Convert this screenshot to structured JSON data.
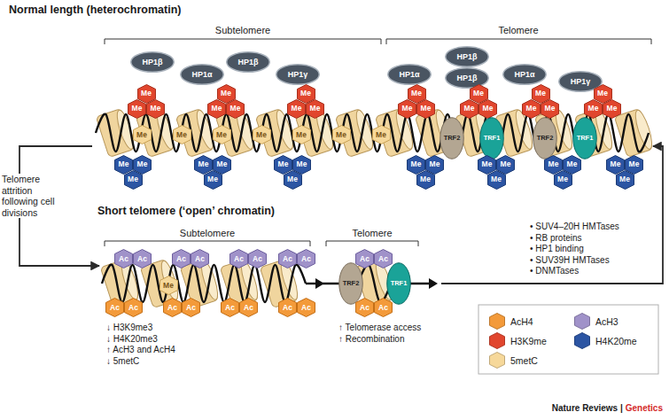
{
  "diagram": {
    "nodes": [
      {
        "text": [
          "HP1β"
        ]
      },
      {
        "text": [
          "HP1α"
        ]
      },
      {
        "text": [
          "HP1β"
        ]
      },
      {
        "text": [
          "HP1γ"
        ]
      },
      {
        "text": [
          "HP1α"
        ]
      },
      {
        "text": [
          "HP1β"
        ]
      },
      {
        "text": [
          "HP1β"
        ]
      },
      {
        "text": [
          "HP1α"
        ]
      },
      {
        "text": [
          "HP1γ"
        ]
      },
      {
        "text": [
          "Me"
        ]
      },
      {
        "text": [
          "Me"
        ]
      },
      {
        "text": [
          "Me"
        ]
      },
      {
        "text": [
          "Me"
        ]
      },
      {
        "text": [
          "Me"
        ]
      },
      {
        "text": [
          "Me"
        ]
      },
      {
        "text": [
          "Me"
        ]
      },
      {
        "text": [
          "Me"
        ]
      },
      {
        "text": [
          "Me"
        ]
      },
      {
        "text": [
          "Me"
        ]
      },
      {
        "text": [
          "Me"
        ]
      },
      {
        "text": [
          "Me"
        ]
      },
      {
        "text": [
          "Me"
        ]
      },
      {
        "text": [
          "Me"
        ]
      },
      {
        "text": [
          "Me"
        ]
      },
      {
        "text": [
          "Me"
        ]
      },
      {
        "text": [
          "Me"
        ]
      },
      {
        "text": [
          "Me"
        ]
      },
      {
        "text": [
          "Me"
        ]
      },
      {
        "text": [
          "Me"
        ]
      },
      {
        "text": [
          "Me"
        ]
      },
      {
        "text": [
          "Me"
        ]
      },
      {
        "text": [
          "Me"
        ]
      },
      {
        "text": [
          "Me"
        ]
      },
      {
        "text": [
          "Me"
        ]
      },
      {
        "text": [
          "Me"
        ]
      },
      {
        "text": [
          "Me"
        ]
      },
      {
        "text": [
          "Me"
        ]
      },
      {
        "text": [
          "TRF2"
        ]
      },
      {
        "text": [
          "TRF1"
        ]
      },
      {
        "text": [
          "TRF2"
        ]
      },
      {
        "text": [
          "TRF1"
        ]
      },
      {
        "text": [
          "Me"
        ]
      },
      {
        "text": [
          "Me"
        ]
      },
      {
        "text": [
          "Me"
        ]
      },
      {
        "text": [
          "Me"
        ]
      },
      {
        "text": [
          "Me"
        ]
      },
      {
        "text": [
          "Me"
        ]
      },
      {
        "text": [
          "Me"
        ]
      },
      {
        "text": [
          "Me"
        ]
      },
      {
        "text": [
          "Me"
        ]
      },
      {
        "text": [
          "Me"
        ]
      },
      {
        "text": [
          "Me"
        ]
      },
      {
        "text": [
          "Me"
        ]
      },
      {
        "text": [
          "Me"
        ]
      },
      {
        "text": [
          "Me"
        ]
      },
      {
        "text": [
          "Me"
        ]
      },
      {
        "text": [
          "Me"
        ]
      },
      {
        "text": [
          "Me"
        ]
      },
      {
        "text": [
          "Me"
        ]
      },
      {
        "text": [
          "Me"
        ]
      },
      {
        "text": [
          "Me"
        ]
      },
      {
        "text": [
          "Me"
        ]
      },
      {
        "text": [
          "Ac"
        ]
      },
      {
        "text": [
          "Ac"
        ]
      },
      {
        "text": [
          "Ac"
        ]
      },
      {
        "text": [
          "Ac"
        ]
      },
      {
        "text": [
          "Ac"
        ]
      },
      {
        "text": [
          "Ac"
        ]
      },
      {
        "text": [
          "Ac"
        ]
      },
      {
        "text": [
          "Ac"
        ]
      },
      {
        "text": [
          "Ac"
        ]
      },
      {
        "text": [
          "Ac"
        ]
      },
      {
        "text": [
          "Me"
        ]
      },
      {
        "text": [
          "TRF2"
        ]
      },
      {
        "text": [
          "TRF1"
        ]
      },
      {
        "text": [
          "Ac"
        ]
      },
      {
        "text": [
          "Ac"
        ]
      },
      {
        "text": [
          "Ac"
        ]
      },
      {
        "text": [
          "Ac"
        ]
      },
      {
        "text": [
          "Ac"
        ]
      },
      {
        "text": [
          "Ac"
        ]
      },
      {
        "text": [
          "Ac"
        ]
      },
      {
        "text": [
          "Ac"
        ]
      },
      {
        "text": [
          "Ac"
        ]
      },
      {
        "text": [
          "Ac"
        ]
      }
    ],
    "labels": [
      "Normal length (heterochromatin)",
      "Subtelomere",
      "Telomere",
      "Telomere attrition following cell divisions",
      "Short telomere (‘open’ chromatin)",
      "Subtelomere",
      "Telomere",
      "↓ H3K9me3",
      "↓ H4K20me3",
      "↑ AcH3 and AcH4",
      "↓ 5metC",
      "↑ Telomerase access",
      "↑ Recombination",
      "• SUV4–20H HMTases",
      "• RB proteins",
      "• HP1 binding",
      "• SUV39H HMTases",
      "• DNMTases",
      "Nature Reviews |",
      "Genetics"
    ],
    "legend": [
      {
        "text": "AcH4",
        "color": "#f39a3a"
      },
      {
        "text": "H3K9me",
        "color": "#e1462e"
      },
      {
        "text": "5metC",
        "color": "#f6d89a"
      },
      {
        "text": "AcH3",
        "color": "#a092c9"
      },
      {
        "text": "H4K20me",
        "color": "#2c55a3"
      }
    ]
  }
}
